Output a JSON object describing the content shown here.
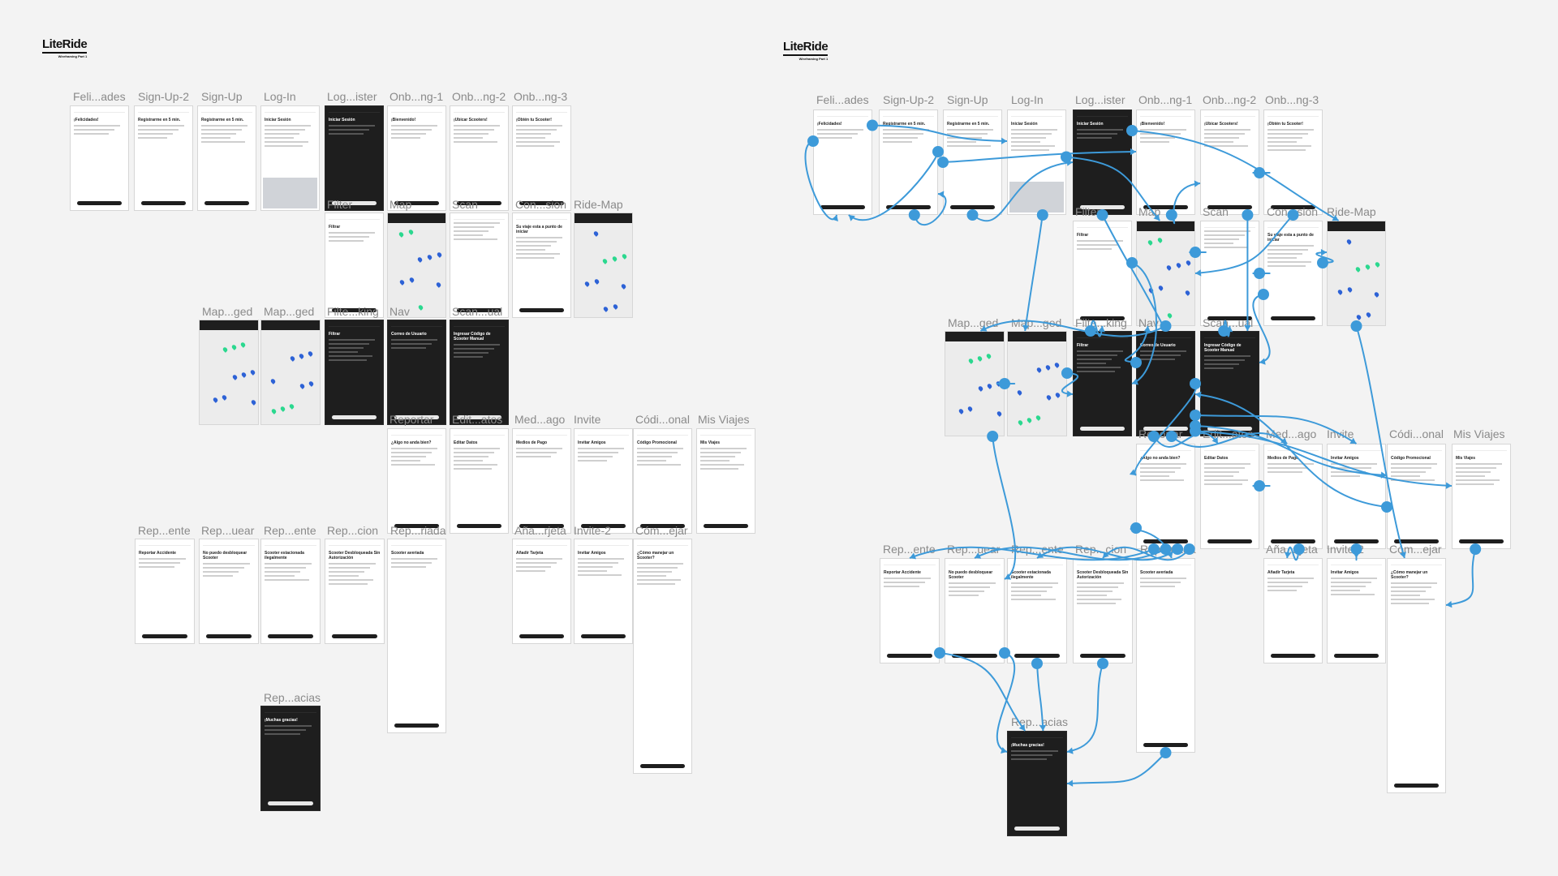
{
  "left_board": {
    "logo": {
      "name": "LiteRide",
      "subtitle": "Wireframing Part 1"
    },
    "frames": [
      {
        "label": "Feli...ades",
        "theme": "light"
      },
      {
        "label": "Sign-Up-2",
        "theme": "light"
      },
      {
        "label": "Sign-Up",
        "theme": "light"
      },
      {
        "label": "Log-In",
        "theme": "light"
      },
      {
        "label": "Log...ister",
        "theme": "dark"
      },
      {
        "label": "Onb...ng-1",
        "theme": "light"
      },
      {
        "label": "Onb...ng-2",
        "theme": "light"
      },
      {
        "label": "Onb...ng-3",
        "theme": "light"
      },
      {
        "label": "Filter",
        "theme": "light"
      },
      {
        "label": "Map",
        "theme": "map"
      },
      {
        "label": "Scan",
        "theme": "light"
      },
      {
        "label": "Con...sion",
        "theme": "light"
      },
      {
        "label": "Ride-Map",
        "theme": "map"
      },
      {
        "label": "Map...ged",
        "theme": "map"
      },
      {
        "label": "Map...ged",
        "theme": "map"
      },
      {
        "label": "Filte...king",
        "theme": "dark"
      },
      {
        "label": "Nav",
        "theme": "dark"
      },
      {
        "label": "Scan...ual",
        "theme": "dark"
      },
      {
        "label": "Reportar",
        "theme": "light"
      },
      {
        "label": "Edit...atos",
        "theme": "light"
      },
      {
        "label": "Med...ago",
        "theme": "light"
      },
      {
        "label": "Invite",
        "theme": "light"
      },
      {
        "label": "Códi...onal",
        "theme": "light"
      },
      {
        "label": "Mis Viajes",
        "theme": "light"
      },
      {
        "label": "Rep...ente",
        "theme": "light"
      },
      {
        "label": "Rep...uear",
        "theme": "light"
      },
      {
        "label": "Rep...ente",
        "theme": "light"
      },
      {
        "label": "Rep...cion",
        "theme": "light"
      },
      {
        "label": "Rep...riada",
        "theme": "light"
      },
      {
        "label": "Aña...rjeta",
        "theme": "light"
      },
      {
        "label": "Invite-2",
        "theme": "light"
      },
      {
        "label": "Cóm...ejar",
        "theme": "light"
      },
      {
        "label": "Rep...acias",
        "theme": "dark"
      }
    ]
  },
  "right_board": {
    "logo": {
      "name": "LiteRide",
      "subtitle": "Wireframing Part 1"
    },
    "frames": [
      {
        "label": "Feli...ades",
        "theme": "light"
      },
      {
        "label": "Sign-Up-2",
        "theme": "light"
      },
      {
        "label": "Sign-Up",
        "theme": "light"
      },
      {
        "label": "Log-In",
        "theme": "light"
      },
      {
        "label": "Log...ister",
        "theme": "dark"
      },
      {
        "label": "Onb...ng-1",
        "theme": "light"
      },
      {
        "label": "Onb...ng-2",
        "theme": "light"
      },
      {
        "label": "Onb...ng-3",
        "theme": "light"
      },
      {
        "label": "Filter",
        "theme": "light"
      },
      {
        "label": "Map",
        "theme": "map"
      },
      {
        "label": "Scan",
        "theme": "light"
      },
      {
        "label": "Con...sion",
        "theme": "light"
      },
      {
        "label": "Ride-Map",
        "theme": "map"
      },
      {
        "label": "Map...ged",
        "theme": "map"
      },
      {
        "label": "Map...ged",
        "theme": "map"
      },
      {
        "label": "Filte...king",
        "theme": "dark"
      },
      {
        "label": "Nav",
        "theme": "dark"
      },
      {
        "label": "Scan...ual",
        "theme": "dark"
      },
      {
        "label": "Reportar",
        "theme": "light"
      },
      {
        "label": "Edit...atos",
        "theme": "light"
      },
      {
        "label": "Med...ago",
        "theme": "light"
      },
      {
        "label": "Invite",
        "theme": "light"
      },
      {
        "label": "Códi...onal",
        "theme": "light"
      },
      {
        "label": "Mis Viajes",
        "theme": "light"
      },
      {
        "label": "Rep...ente",
        "theme": "light"
      },
      {
        "label": "Rep...uear",
        "theme": "light"
      },
      {
        "label": "Rep...ente",
        "theme": "light"
      },
      {
        "label": "Rep...cion",
        "theme": "light"
      },
      {
        "label": "Rep...riada",
        "theme": "light"
      },
      {
        "label": "Aña...rjeta",
        "theme": "light"
      },
      {
        "label": "Invite-2",
        "theme": "light"
      },
      {
        "label": "Cóm...ejar",
        "theme": "light"
      },
      {
        "label": "Rep...acias",
        "theme": "dark"
      }
    ]
  },
  "screen_titles": {
    "felicidades": "¡Felicidades!",
    "signup2": "Registrarme en 5 min.",
    "signup": "Registrarme en 5 min.",
    "login": "Iniciar Sesión",
    "logregister": "Iniciar Sesión",
    "onb1": "¡Bienvenido!",
    "onb2": "¡Ubicar Scooters!",
    "onb3": "¡Obtén tu Scooter!",
    "filter": "Filtrar",
    "conexion": "Su viaje esta a punto de iniciar",
    "nav": "Correo de Usuario",
    "scanmanual": "Ingresar Código de Scooter Manual",
    "reportar": "¿Algo no anda bien?",
    "editar": "Editar Datos",
    "mediopago": "Medios de Pago",
    "invite": "Invitar Amigos",
    "codigo": "Código Promocional",
    "misviajes": "Mis Viajes",
    "accidente": "Reportar Accidente",
    "desbloquear": "No puedo desbloquear Scooter",
    "estacionada": "Scooter estacionada ilegalmente",
    "sinautorizacion": "Scooter Desbloqueada Sin Autorización",
    "averiada": "Scooter averiada",
    "tarjeta": "Añadir Tarjeta",
    "como": "¿Cómo manejar un Scooter?",
    "gracias": "¡Muchas gracias!"
  },
  "colors": {
    "canvas": "#f3f3f3",
    "wire": "#3d9ad9",
    "dark_frame": "#1e1e1e",
    "pin_blue": "#2d62d6",
    "pin_green": "#2bd88f",
    "label": "#8a8a8a"
  }
}
